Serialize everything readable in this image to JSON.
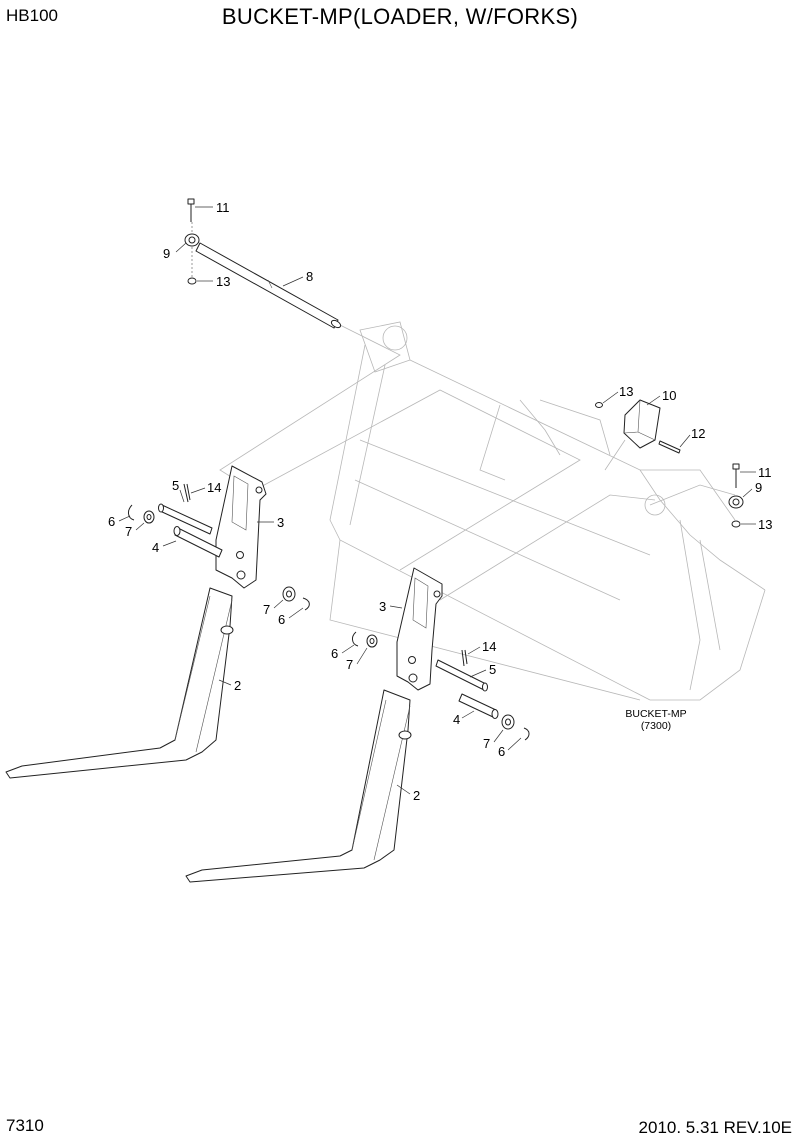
{
  "header": {
    "model": "HB100",
    "title": "BUCKET-MP(LOADER, W/FORKS)"
  },
  "footer": {
    "page": "7310",
    "revision": "2010. 5.31  REV.10E"
  },
  "reference": {
    "name": "BUCKET-MP",
    "code": "(7300)"
  },
  "callouts": {
    "c11a": "11",
    "c9a": "9",
    "c13a": "13",
    "c8": "8",
    "c13b": "13",
    "c10": "10",
    "c12": "12",
    "c11b": "11",
    "c9b": "9",
    "c13c": "13",
    "c5a": "5",
    "c14a": "14",
    "c6a": "6",
    "c7a": "7",
    "c3a": "3",
    "c4a": "4",
    "c7b": "7",
    "c6b": "6",
    "c2a": "2",
    "c3b": "3",
    "c14b": "14",
    "c6c": "6",
    "c7c": "7",
    "c5b": "5",
    "c4b": "4",
    "c7d": "7",
    "c6d": "6",
    "c2b": "2"
  }
}
